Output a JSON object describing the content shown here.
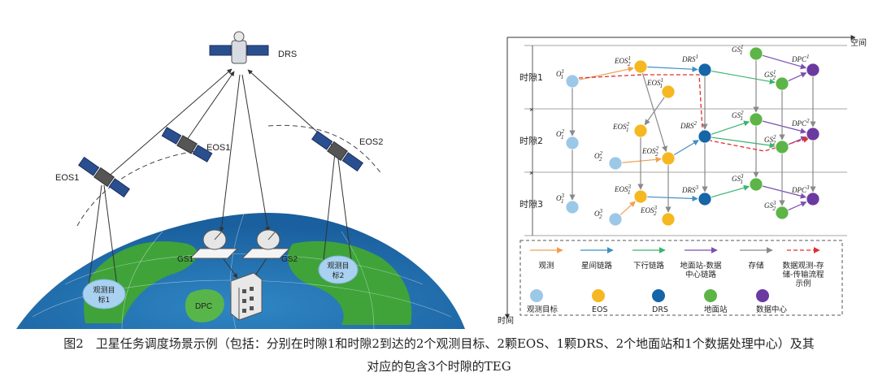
{
  "scene": {
    "drs": "DRS",
    "eos1_left": "EOS1",
    "eos1_mid": "EOS1",
    "eos2": "EOS2",
    "gs1": "GS1",
    "gs2": "GS2",
    "dpc": "DPC",
    "target1": [
      "观测目",
      "标1"
    ],
    "target2": [
      "观测目",
      "标2"
    ]
  },
  "teg": {
    "axis_space": "空间",
    "axis_time": "时间",
    "slots": [
      "时隙1",
      "时隙2",
      "时隙3"
    ],
    "nodes": [
      {
        "id": "o11",
        "base": "O",
        "sub": "1",
        "sup": "1",
        "type": "target"
      },
      {
        "id": "eos12",
        "base": "EOS",
        "sub": "2",
        "sup": "1",
        "type": "eos"
      },
      {
        "id": "eos11",
        "base": "EOS",
        "sub": "1",
        "sup": "1",
        "type": "eos"
      },
      {
        "id": "drs1",
        "base": "DRS",
        "sub": "",
        "sup": "1",
        "type": "drs"
      },
      {
        "id": "gs11",
        "base": "GS",
        "sub": "1",
        "sup": "1",
        "type": "gs"
      },
      {
        "id": "gs21",
        "base": "GS",
        "sub": "2",
        "sup": "1",
        "type": "gs"
      },
      {
        "id": "dpc1",
        "base": "DPC",
        "sub": "",
        "sup": "1",
        "type": "dc"
      },
      {
        "id": "o12",
        "base": "O",
        "sub": "1",
        "sup": "2",
        "type": "target"
      },
      {
        "id": "o22",
        "base": "O",
        "sub": "2",
        "sup": "2",
        "type": "target"
      },
      {
        "id": "eos12b",
        "base": "EOS",
        "sub": "1",
        "sup": "2",
        "type": "eos"
      },
      {
        "id": "eos22",
        "base": "EOS",
        "sub": "2",
        "sup": "2",
        "type": "eos"
      },
      {
        "id": "drs2",
        "base": "DRS",
        "sub": "",
        "sup": "2",
        "type": "drs"
      },
      {
        "id": "gs12",
        "base": "GS",
        "sub": "1",
        "sup": "2",
        "type": "gs"
      },
      {
        "id": "gs22",
        "base": "GS",
        "sub": "2",
        "sup": "2",
        "type": "gs"
      },
      {
        "id": "dpc2",
        "base": "DPC",
        "sub": "",
        "sup": "2",
        "type": "dc"
      },
      {
        "id": "o13",
        "base": "O",
        "sub": "1",
        "sup": "3",
        "type": "target"
      },
      {
        "id": "o23",
        "base": "O",
        "sub": "2",
        "sup": "3",
        "type": "target"
      },
      {
        "id": "eos13",
        "base": "EOS",
        "sub": "1",
        "sup": "3",
        "type": "eos"
      },
      {
        "id": "eos23",
        "base": "EOS",
        "sub": "2",
        "sup": "3",
        "type": "eos"
      },
      {
        "id": "drs3",
        "base": "DRS",
        "sub": "",
        "sup": "3",
        "type": "drs"
      },
      {
        "id": "gs13",
        "base": "GS",
        "sub": "1",
        "sup": "3",
        "type": "gs"
      },
      {
        "id": "gs23",
        "base": "GS",
        "sub": "2",
        "sup": "3",
        "type": "gs"
      },
      {
        "id": "dpc3",
        "base": "DPC",
        "sub": "",
        "sup": "3",
        "type": "dc"
      }
    ],
    "edges": [
      {
        "from": "o11",
        "to": "eos12",
        "kind": "obs"
      },
      {
        "from": "eos12",
        "to": "drs1",
        "kind": "isl"
      },
      {
        "from": "drs1",
        "to": "gs21",
        "kind": "down"
      },
      {
        "from": "gs11",
        "to": "dpc1",
        "kind": "gdc"
      },
      {
        "from": "gs21",
        "to": "dpc1",
        "kind": "gdc"
      },
      {
        "from": "o22",
        "to": "eos22",
        "kind": "obs"
      },
      {
        "from": "eos22",
        "to": "drs2",
        "kind": "isl"
      },
      {
        "from": "drs2",
        "to": "gs12",
        "kind": "down"
      },
      {
        "from": "drs2",
        "to": "gs22",
        "kind": "down"
      },
      {
        "from": "gs12",
        "to": "dpc2",
        "kind": "gdc"
      },
      {
        "from": "gs22",
        "to": "dpc2",
        "kind": "gdc"
      },
      {
        "from": "o23",
        "to": "eos13",
        "kind": "obs"
      },
      {
        "from": "eos13",
        "to": "drs3",
        "kind": "isl"
      },
      {
        "from": "drs3",
        "to": "gs13",
        "kind": "down"
      },
      {
        "from": "gs13",
        "to": "dpc3",
        "kind": "gdc"
      },
      {
        "from": "gs23",
        "to": "dpc3",
        "kind": "gdc"
      },
      {
        "from": "o11",
        "to": "o12",
        "kind": "store"
      },
      {
        "from": "o12",
        "to": "o13",
        "kind": "store"
      },
      {
        "from": "eos12",
        "to": "eos22",
        "kind": "store"
      },
      {
        "from": "eos11",
        "to": "eos12b",
        "kind": "store"
      },
      {
        "from": "eos12b",
        "to": "eos13",
        "kind": "store"
      },
      {
        "from": "eos22",
        "to": "eos23",
        "kind": "store"
      },
      {
        "from": "drs1",
        "to": "drs2",
        "kind": "store"
      },
      {
        "from": "drs2",
        "to": "drs3",
        "kind": "store"
      },
      {
        "from": "gs11",
        "to": "gs12",
        "kind": "store"
      },
      {
        "from": "gs12",
        "to": "gs13",
        "kind": "store"
      },
      {
        "from": "gs21",
        "to": "gs22",
        "kind": "store"
      },
      {
        "from": "gs22",
        "to": "gs23",
        "kind": "store"
      },
      {
        "from": "dpc1",
        "to": "dpc2",
        "kind": "store"
      },
      {
        "from": "dpc2",
        "to": "dpc3",
        "kind": "store"
      }
    ],
    "legend_lines": [
      {
        "kind": "obs",
        "label": [
          "观测"
        ],
        "color": "#f0a050"
      },
      {
        "kind": "isl",
        "label": [
          "星间链路"
        ],
        "color": "#3f8fc6"
      },
      {
        "kind": "down",
        "label": [
          "下行链路"
        ],
        "color": "#3cb371"
      },
      {
        "kind": "gdc",
        "label": [
          "地面站-数据",
          "中心链路"
        ],
        "color": "#7b4fb0"
      },
      {
        "kind": "store",
        "label": [
          "存储"
        ],
        "color": "#8a8a8a"
      },
      {
        "kind": "flow",
        "label": [
          "数据观测-存",
          "储-传输流程",
          "示例"
        ],
        "color": "#e03030"
      }
    ],
    "legend_nodes": [
      {
        "type": "target",
        "label": "观测目标",
        "color": "#9cc8e8"
      },
      {
        "type": "eos",
        "label": "EOS",
        "color": "#f5b820"
      },
      {
        "type": "drs",
        "label": "DRS",
        "color": "#1565a8"
      },
      {
        "type": "gs",
        "label": "地面站",
        "color": "#5cb546"
      },
      {
        "type": "dc",
        "label": "数据中心",
        "color": "#6a3aa0"
      }
    ]
  },
  "caption": {
    "line1": "图2　卫星任务调度场景示例（包括：分别在时隙1和时隙2到达的2个观测目标、2颗EOS、1颗DRS、2个地面站和1个数据处理中心）及其",
    "line2": "对应的包含3个时隙的TEG"
  }
}
